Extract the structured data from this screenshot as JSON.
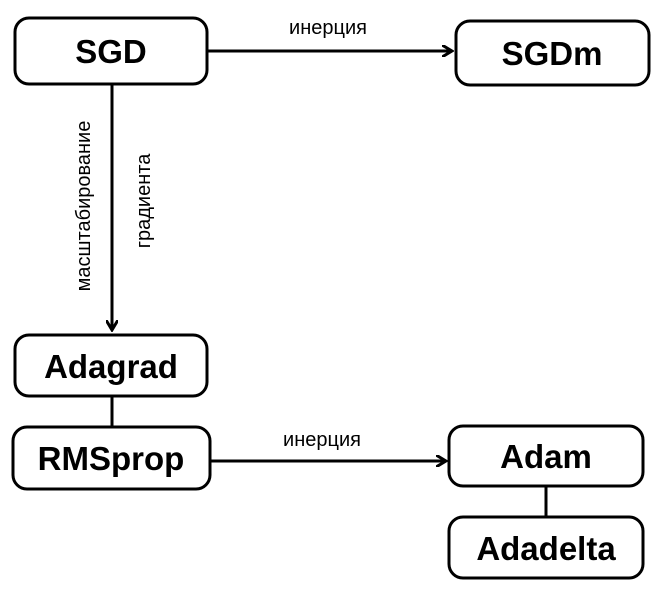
{
  "nodes": {
    "sgd": "SGD",
    "sgdm": "SGDm",
    "adagrad": "Adagrad",
    "rmsprop": "RMSprop",
    "adam": "Adam",
    "adadelta": "Adadelta"
  },
  "edges": {
    "sgd_to_sgdm": "инерция",
    "sgd_to_adagrad_line1": "масштабирование",
    "sgd_to_adagrad_line2": "градиента",
    "rmsprop_to_adam": "инерция"
  }
}
